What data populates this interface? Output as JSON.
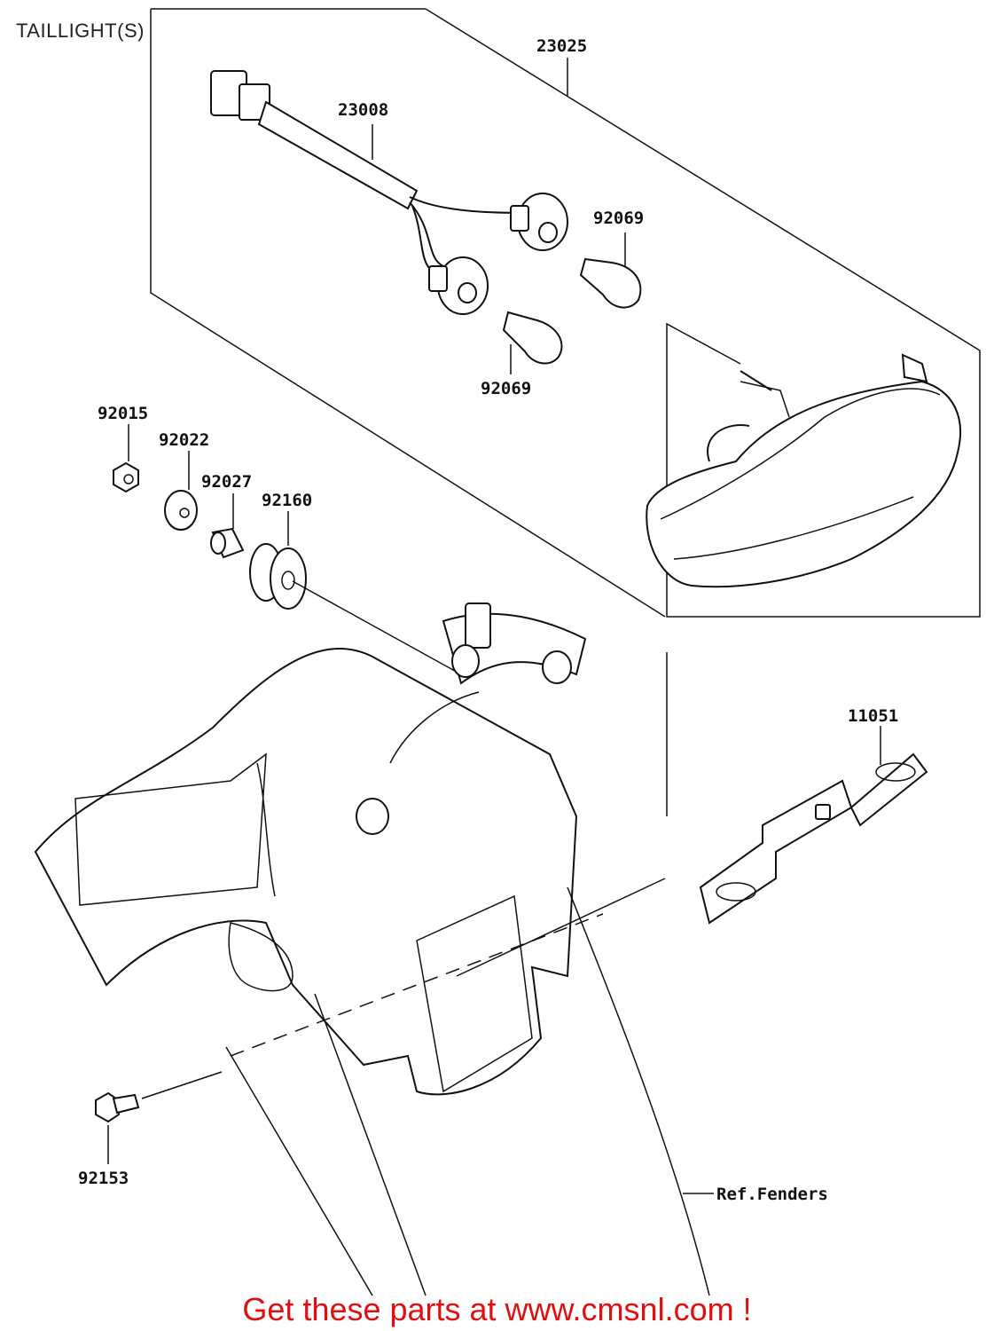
{
  "title": "TAILLIGHT(S)",
  "footer_text": "Get these parts at www.cmsnl.com !",
  "footer_color": "#e01010",
  "part_labels": {
    "p23025": "23025",
    "p23008": "23008",
    "p92069a": "92069",
    "p92069b": "92069",
    "p92015": "92015",
    "p92022": "92022",
    "p92027": "92027",
    "p92160": "92160",
    "p11051": "11051",
    "p92153": "92153",
    "ref_fenders": "Ref.Fenders"
  }
}
